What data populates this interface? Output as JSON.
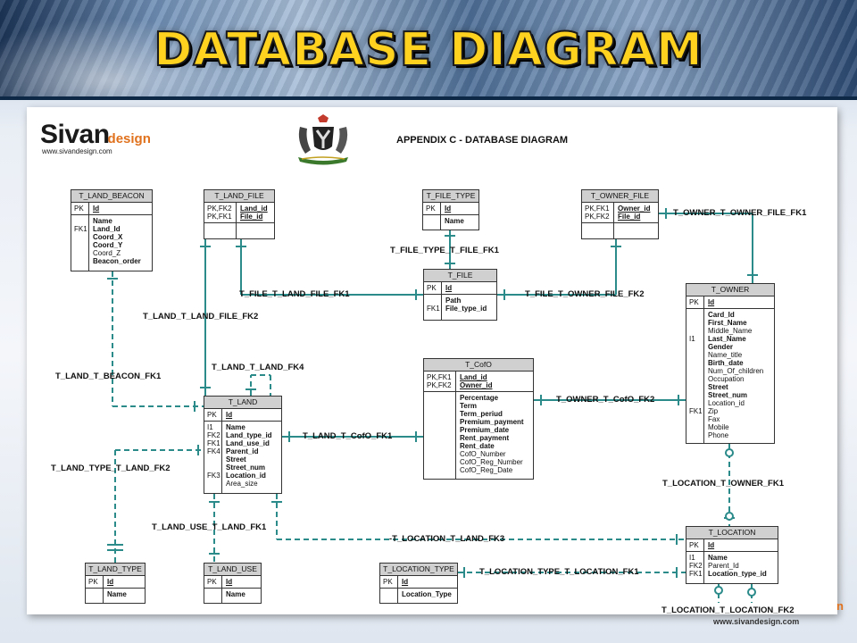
{
  "banner": {
    "title": "DATABASE DIAGRAM"
  },
  "header": {
    "logo_main": "Sivan",
    "logo_sub": "design",
    "logo_url": "www.sivandesign.com",
    "appendix_title": "APPENDIX C - DATABASE DIAGRAM",
    "emblem_icon": "coat-of-arms-icon"
  },
  "tables": {
    "land_beacon": {
      "name": "T_LAND_BEACON",
      "rows": [
        {
          "keys": "PK",
          "fields": [
            {
              "t": "Id",
              "s": "u"
            }
          ]
        },
        {
          "keys": "\nFK1",
          "fields": [
            {
              "t": "Name",
              "s": "b"
            },
            {
              "t": "Land_Id",
              "s": "b"
            },
            {
              "t": "Coord_X",
              "s": "b"
            },
            {
              "t": "Coord_Y",
              "s": "b"
            },
            {
              "t": "Coord_Z",
              "s": "n"
            },
            {
              "t": "Beacon_order",
              "s": "b"
            }
          ]
        }
      ]
    },
    "land_file": {
      "name": "T_LAND_FILE",
      "rows": [
        {
          "keys": "PK,FK2\nPK,FK1",
          "fields": [
            {
              "t": "Land_id",
              "s": "u"
            },
            {
              "t": "File_id",
              "s": "u"
            }
          ]
        },
        {
          "keys": "",
          "fields": []
        }
      ]
    },
    "file_type": {
      "name": "T_FILE_TYPE",
      "rows": [
        {
          "keys": "PK",
          "fields": [
            {
              "t": "Id",
              "s": "u"
            }
          ]
        },
        {
          "keys": "",
          "fields": [
            {
              "t": "Name",
              "s": "b"
            }
          ]
        }
      ]
    },
    "owner_file": {
      "name": "T_OWNER_FILE",
      "rows": [
        {
          "keys": "PK,FK1\nPK,FK2",
          "fields": [
            {
              "t": "Owner_id",
              "s": "u"
            },
            {
              "t": "File_id",
              "s": "u"
            }
          ]
        },
        {
          "keys": "",
          "fields": []
        }
      ]
    },
    "file": {
      "name": "T_FILE",
      "rows": [
        {
          "keys": "PK",
          "fields": [
            {
              "t": "Id",
              "s": "u"
            }
          ]
        },
        {
          "keys": "\nFK1",
          "fields": [
            {
              "t": "Path",
              "s": "b"
            },
            {
              "t": "File_type_id",
              "s": "b"
            }
          ]
        }
      ]
    },
    "owner": {
      "name": "T_OWNER",
      "rows": [
        {
          "keys": "PK",
          "fields": [
            {
              "t": "Id",
              "s": "u"
            }
          ]
        },
        {
          "keys": "\n\n\nI1\n\n\n\n\n\n\n\n\nFK1",
          "fields": [
            {
              "t": "Card_Id",
              "s": "b"
            },
            {
              "t": "First_Name",
              "s": "b"
            },
            {
              "t": "Middle_Name",
              "s": "n"
            },
            {
              "t": "Last_Name",
              "s": "b"
            },
            {
              "t": "Gender",
              "s": "b"
            },
            {
              "t": "Name_title",
              "s": "n"
            },
            {
              "t": "Birth_date",
              "s": "b"
            },
            {
              "t": "Num_Of_children",
              "s": "n"
            },
            {
              "t": "Occupation",
              "s": "n"
            },
            {
              "t": "Street",
              "s": "b"
            },
            {
              "t": "Street_num",
              "s": "b"
            },
            {
              "t": "Location_id",
              "s": "n"
            },
            {
              "t": "Zip",
              "s": "n"
            },
            {
              "t": "Fax",
              "s": "n"
            },
            {
              "t": "Mobile",
              "s": "n"
            },
            {
              "t": "Phone",
              "s": "n"
            }
          ]
        }
      ]
    },
    "cofo": {
      "name": "T_CofO",
      "rows": [
        {
          "keys": "PK,FK1\nPK,FK2",
          "fields": [
            {
              "t": "Land_id",
              "s": "u"
            },
            {
              "t": "Owner_id",
              "s": "u"
            }
          ]
        },
        {
          "keys": "",
          "fields": [
            {
              "t": "Percentage",
              "s": "b"
            },
            {
              "t": "Term",
              "s": "b"
            },
            {
              "t": "Term_periud",
              "s": "b"
            },
            {
              "t": "Premium_payment",
              "s": "b"
            },
            {
              "t": "Premium_date",
              "s": "b"
            },
            {
              "t": "Rent_payment",
              "s": "b"
            },
            {
              "t": "Rent_date",
              "s": "b"
            },
            {
              "t": "CofO_Number",
              "s": "n"
            },
            {
              "t": "CofO_Reg_Number",
              "s": "n"
            },
            {
              "t": "CofO_Reg_Date",
              "s": "n"
            }
          ]
        }
      ]
    },
    "land": {
      "name": "T_LAND",
      "rows": [
        {
          "keys": "PK",
          "fields": [
            {
              "t": "Id",
              "s": "u"
            }
          ]
        },
        {
          "keys": "I1\nFK2\nFK1\nFK4\n\n\nFK3",
          "fields": [
            {
              "t": "Name",
              "s": "b"
            },
            {
              "t": "Land_type_id",
              "s": "b"
            },
            {
              "t": "Land_use_id",
              "s": "b"
            },
            {
              "t": "Parent_id",
              "s": "b"
            },
            {
              "t": "Street",
              "s": "b"
            },
            {
              "t": "Street_num",
              "s": "b"
            },
            {
              "t": "Location_id",
              "s": "b"
            },
            {
              "t": "Area_size",
              "s": "n"
            }
          ]
        }
      ]
    },
    "location": {
      "name": "T_LOCATION",
      "rows": [
        {
          "keys": "PK",
          "fields": [
            {
              "t": "Id",
              "s": "u"
            }
          ]
        },
        {
          "keys": "I1\nFK2\nFK1",
          "fields": [
            {
              "t": "Name",
              "s": "b"
            },
            {
              "t": "Parent_Id",
              "s": "n"
            },
            {
              "t": "Location_type_id",
              "s": "b"
            }
          ]
        }
      ]
    },
    "land_type": {
      "name": "T_LAND_TYPE",
      "rows": [
        {
          "keys": "PK",
          "fields": [
            {
              "t": "Id",
              "s": "u"
            }
          ]
        },
        {
          "keys": "",
          "fields": [
            {
              "t": "Name",
              "s": "b"
            }
          ]
        }
      ]
    },
    "land_use": {
      "name": "T_LAND_USE",
      "rows": [
        {
          "keys": "PK",
          "fields": [
            {
              "t": "Id",
              "s": "u"
            }
          ]
        },
        {
          "keys": "",
          "fields": [
            {
              "t": "Name",
              "s": "b"
            }
          ]
        }
      ]
    },
    "location_type": {
      "name": "T_LOCATION_TYPE",
      "rows": [
        {
          "keys": "PK",
          "fields": [
            {
              "t": "Id",
              "s": "u"
            }
          ]
        },
        {
          "keys": "",
          "fields": [
            {
              "t": "Location_Type",
              "s": "b"
            }
          ]
        }
      ]
    }
  },
  "relations": {
    "file_type_file": "T_FILE_TYPE_T_FILE_FK1",
    "file_land_file": "T_FILE_T_LAND_FILE_FK1",
    "file_owner_file": "T_FILE_T_OWNER_FILE_FK2",
    "owner_owner_file": "T_OWNER_T_OWNER_FILE_FK1",
    "land_land_file": "T_LAND_T_LAND_FILE_FK2",
    "land_beacon": "T_LAND_T_BEACON_FK1",
    "land_land": "T_LAND_T_LAND_FK4",
    "land_cofo": "T_LAND_T_CofO_FK1",
    "owner_cofo": "T_OWNER_T_CofO_FK2",
    "land_type_land": "T_LAND_TYPE_T_LAND_FK2",
    "location_owner": "T_LOCATION_T_OWNER_FK1",
    "land_use_land": "T_LAND_USE_T_LAND_FK1",
    "location_land": "-T_LOCATION_T_LAND_FK3",
    "location_type_location": "T_LOCATION_TYPE_T_LOCATION_FK1",
    "location_location": "T_LOCATION_T_LOCATION_FK2"
  },
  "footer": {
    "url": "www.sivandesign.com",
    "fragment": "n"
  },
  "colors": {
    "connector": "#2b8a8a",
    "title": "#ffd21f",
    "logo_accent": "#e0711d"
  }
}
